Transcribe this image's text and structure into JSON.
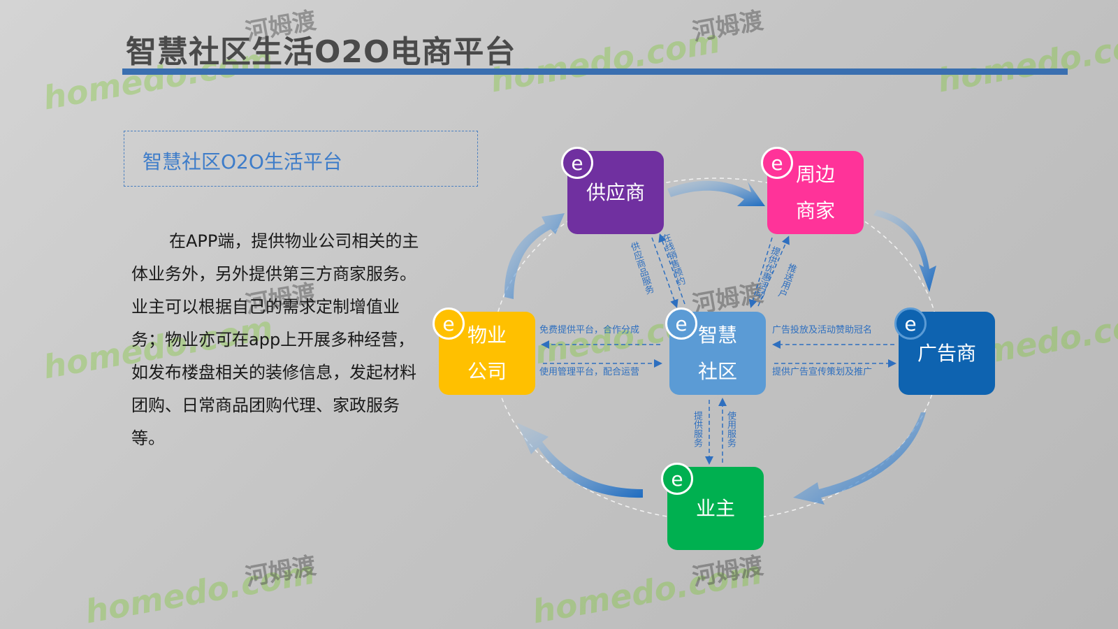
{
  "title": "智慧社区生活O2O电商平台",
  "subtitle": "智慧社区O2O生活平台",
  "description": "在APP端，提供物业公司相关的主体业务外，另外提供第三方商家服务。业主可以根据自己的需求定制增值业务；物业亦可在app上开展多种经营，如发布楼盘相关的装修信息，发起材料团购、日常商品团购代理、家政服务等。",
  "nodes": {
    "supplier": {
      "line1": "供应商",
      "badge": "e",
      "color": "#7030a0"
    },
    "merchant": {
      "line1": "周边",
      "line2": "商家",
      "badge": "e",
      "color": "#ff3399"
    },
    "property": {
      "line1": "物业",
      "line2": "公司",
      "badge": "e",
      "color": "#ffc000"
    },
    "community": {
      "line1": "智慧",
      "line2": "社区",
      "badge": "e",
      "color": "#5b9bd5"
    },
    "advertiser": {
      "line1": "广告商",
      "badge": "e",
      "color": "#0e63b0"
    },
    "owner": {
      "line1": "业主",
      "badge": "e",
      "color": "#00b050"
    }
  },
  "flows": {
    "supply_goods": "供应商品服务",
    "online_sales": "在线销售预约",
    "offer_promo": "提供优惠活动",
    "push_users": "推送用户",
    "free_platform": "免费提供平台，合作分成",
    "use_platform": "使用管理平台，配合运营",
    "ad_placement": "广告投放及活动赞助冠名",
    "ad_planning": "提供广告宣传策划及推广",
    "provide_service": "提供服务",
    "use_service": "使用服务"
  },
  "watermark": {
    "brand": "homedo.com",
    "cn": "河姆渡"
  }
}
